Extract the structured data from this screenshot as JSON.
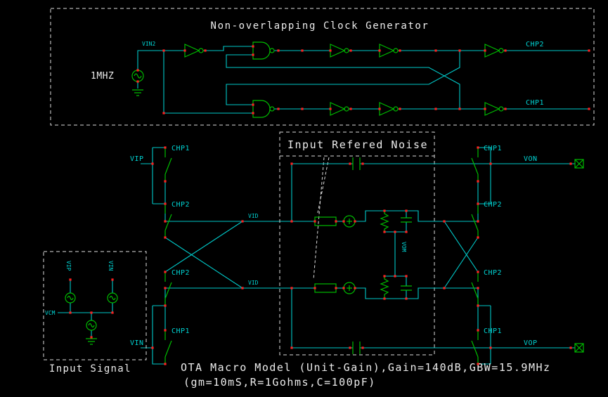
{
  "colors": {
    "background": "#000000",
    "wire": "#00c8c8",
    "component": "#00bb00",
    "junction_dot": "#ff2020",
    "net_label": "#00d4d4",
    "text": "#ececec",
    "dashed_box": "#dcdcdc"
  },
  "clock_generator": {
    "title": "Non-overlapping Clock Generator",
    "source_label": "1MHZ",
    "input_net": "VIN2",
    "output_top": "CHP2",
    "output_bottom": "CHP1"
  },
  "main_circuit": {
    "left_nets": {
      "top": "VIP",
      "bottom": "VIN"
    },
    "right_nets": {
      "top": "VON",
      "bottom": "VOP"
    },
    "internal_nets": {
      "plus": "VID",
      "minus": "VID",
      "common": "VOM"
    },
    "left_switches": [
      "CHP1",
      "CHP2",
      "CHP2",
      "CHP1"
    ],
    "right_switches": [
      "CHP1",
      "CHP2",
      "CHP2",
      "CHP1"
    ],
    "noise_label": "Input Refered Noise"
  },
  "input_signal": {
    "label": "Input Signal",
    "nets": {
      "left": "VIP",
      "right": "VIN",
      "common": "VCM"
    }
  },
  "caption": {
    "line1": "OTA Macro Model (Unit-Gain),Gain=140dB,GBW=15.9MHz",
    "line2": "(gm=10mS,R=1Gohms,C=100pF)"
  }
}
